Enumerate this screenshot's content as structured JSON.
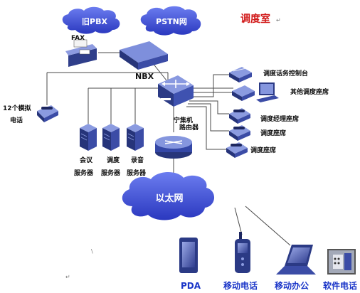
{
  "title": "调度室",
  "clouds": {
    "pbx": "旧PBX",
    "pstn": "PSTN网",
    "internet": "以太网"
  },
  "labels": {
    "fax": "FAX",
    "nbx": "NBX",
    "analog_phone": [
      "12个模拟",
      "电话"
    ],
    "console": "调度话务控制台",
    "other_seats": "其他调度座席",
    "manager_seat": "调度经理座席",
    "dispatch_seat": "调度座席",
    "dispatch_seat_2": "调度座席",
    "router_text": [
      "宁集机",
      "路由器"
    ],
    "servers": {
      "conference": [
        "会议",
        "服务器"
      ],
      "dispatch": [
        "调度",
        "服务器"
      ],
      "recording": [
        "录音",
        "服务器"
      ]
    },
    "devices": {
      "pda": "PDA",
      "mobile_phone": "移动电话",
      "mobile_office": "移动办公",
      "soft_phone": "软件电话"
    }
  },
  "marks": {
    "return_mark": "↵",
    "cursor_mark": "\\"
  },
  "colors": {
    "cloud_fill": "#3f4fd6",
    "device_fill": "#3b4fa6",
    "device_dark": "#23305f",
    "title_red": "#d11818",
    "device_label_blue": "#1a35c8"
  },
  "icons": {
    "switch": "switch-icon",
    "router": "router-icon",
    "fax": "fax-icon",
    "pbx_box": "nbx-chassis-icon",
    "phone": "desk-phone-icon",
    "server": "tower-server-icon",
    "pda": "pda-icon",
    "mobile": "mobile-phone-icon",
    "laptop": "laptop-icon",
    "softphone": "softphone-screen-icon",
    "workstation": "workstation-icon",
    "console": "console-phone-icon"
  }
}
